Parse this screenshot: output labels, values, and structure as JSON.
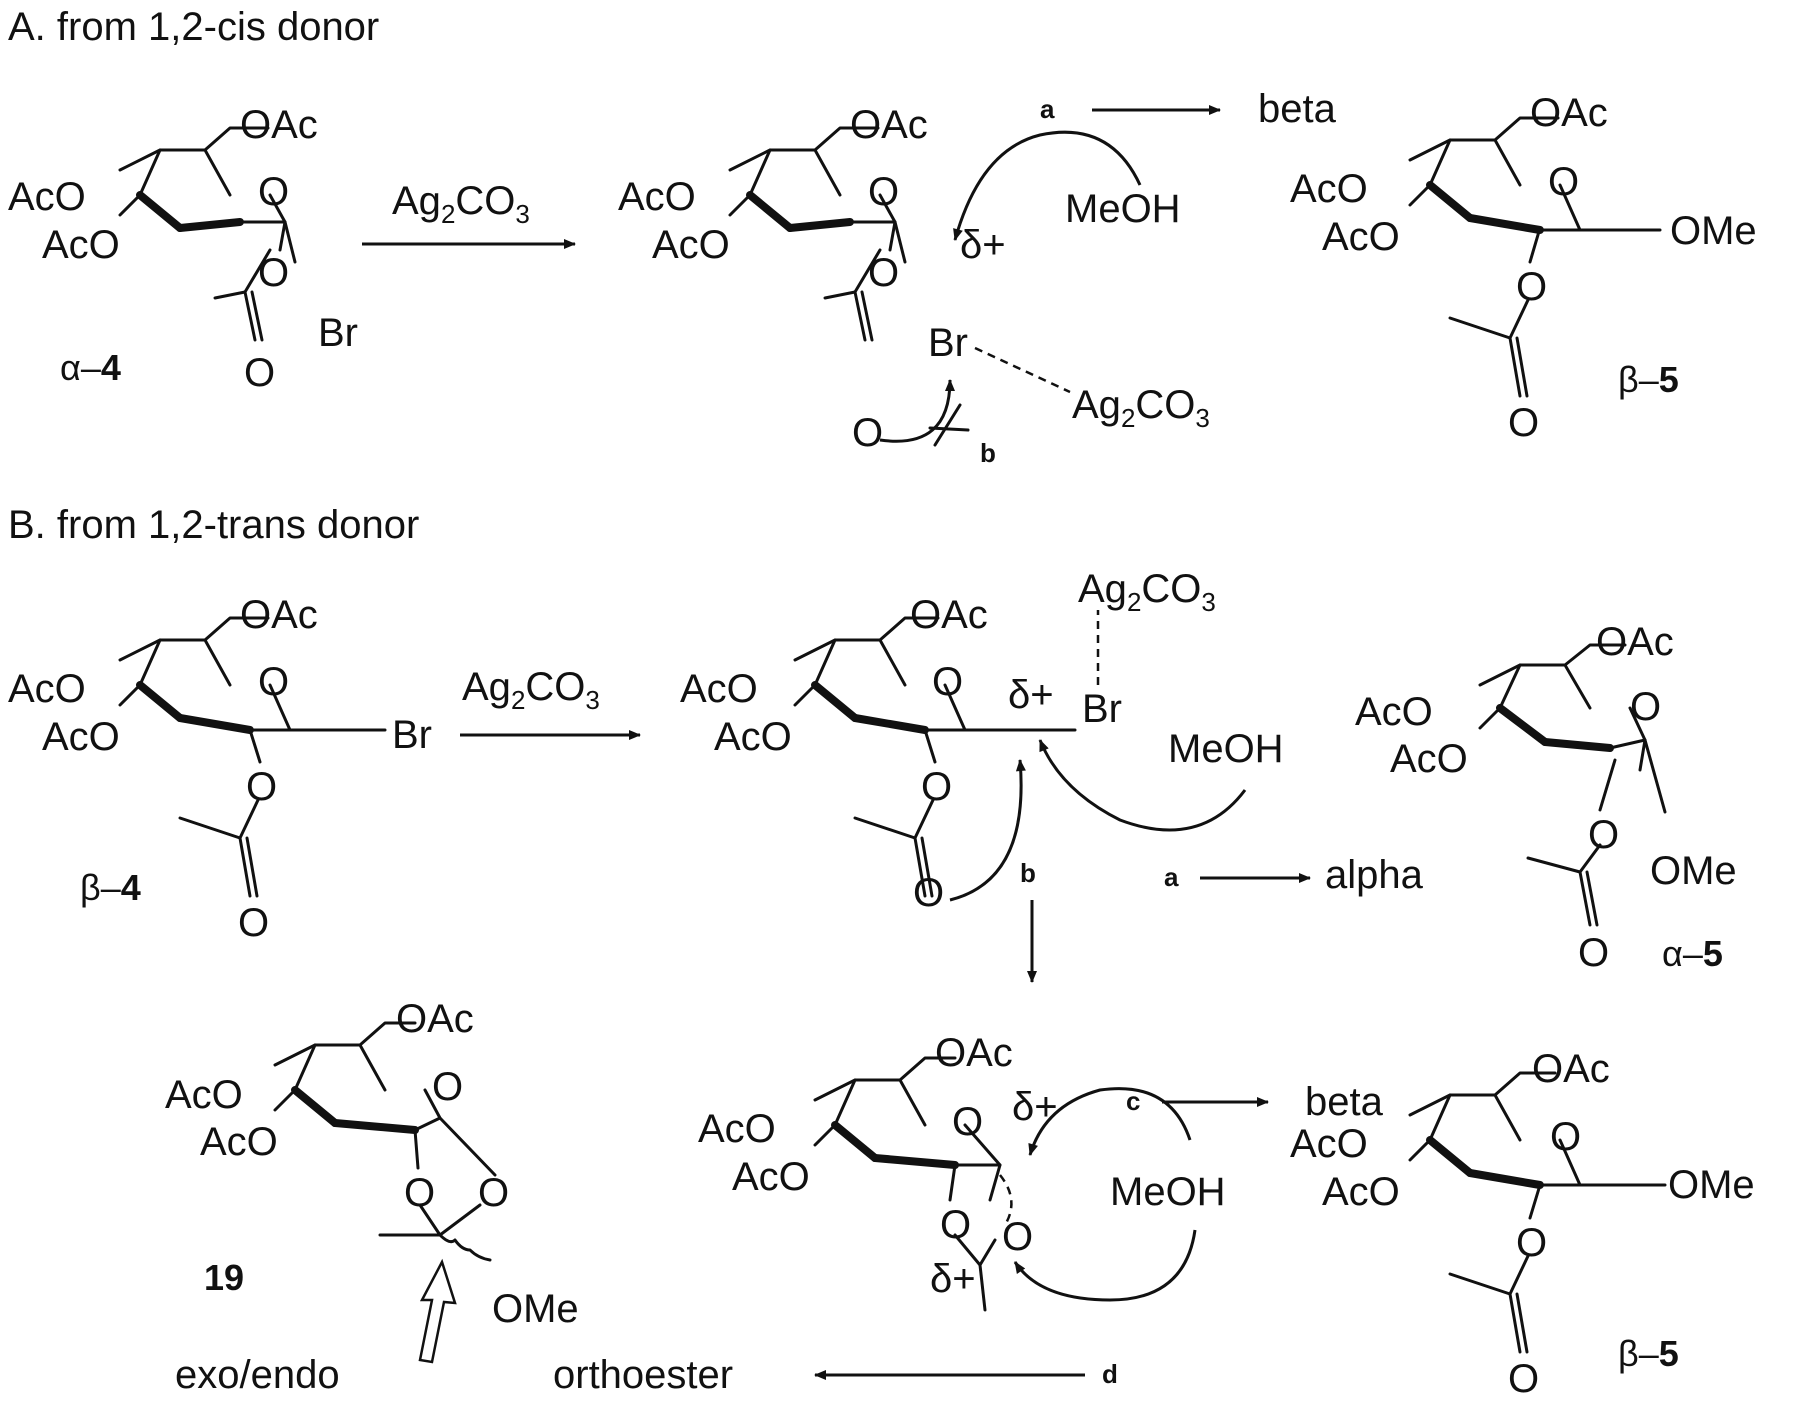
{
  "headers": {
    "section_a": "A. from 1,2-cis donor",
    "section_b": "B. from 1,2-trans donor"
  },
  "atoms": {
    "ring_o": "O",
    "ac_o": "AcO",
    "o_ac": "OAc",
    "o": "O",
    "br": "Br",
    "o_me": "OMe",
    "meoh": "MeOH"
  },
  "reagents": {
    "ag": "Ag",
    "sub2": "2",
    "co": "CO",
    "sub3": "3"
  },
  "charges": {
    "delta_plus": "δ+"
  },
  "paths": {
    "a": "a",
    "b": "b",
    "c": "c",
    "d": "d"
  },
  "outcomes": {
    "beta": "beta",
    "alpha": "alpha",
    "orthoester": "orthoester",
    "exo_endo": "exo/endo"
  },
  "compounds": {
    "alpha_4_prefix": "α–",
    "alpha_4_num": "4",
    "beta_4_prefix": "β–",
    "beta_4_num": "4",
    "beta_5_prefix": "β–",
    "beta_5_num": "5",
    "alpha_5_prefix": "α–",
    "alpha_5_num": "5",
    "c19": "19"
  }
}
